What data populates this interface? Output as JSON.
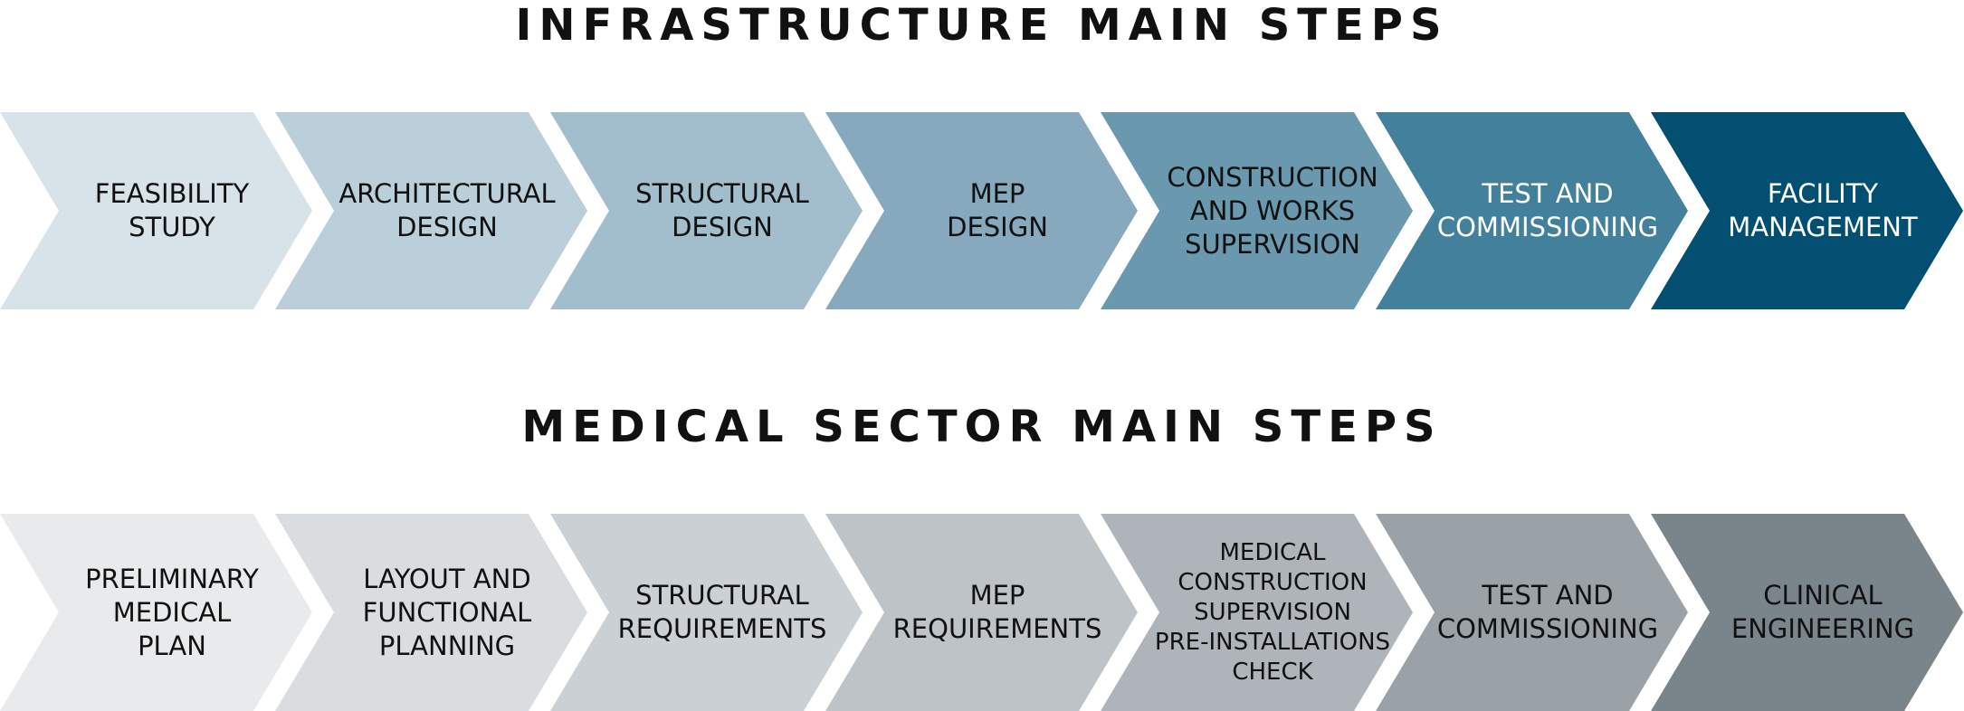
{
  "sections": [
    {
      "title": "INFRASTRUCTURE MAIN STEPS",
      "steps": [
        {
          "label": "FEASIBILITY\nSTUDY",
          "color": "#d8e2e9",
          "text_color": "#111111"
        },
        {
          "label": "ARCHITECTURAL\nDESIGN",
          "color": "#bbcfda",
          "text_color": "#111111"
        },
        {
          "label": "STRUCTURAL\nDESIGN",
          "color": "#a2bdcc",
          "text_color": "#111111"
        },
        {
          "label": "MEP\nDESIGN",
          "color": "#86a9bd",
          "text_color": "#111111"
        },
        {
          "label": "CONSTRUCTION\nAND WORKS\nSUPERVISION",
          "color": "#6a98af",
          "text_color": "#111111"
        },
        {
          "label": "TEST AND\nCOMMISSIONING",
          "color": "#43809b",
          "text_color": "#ffffff"
        },
        {
          "label": "FACILITY\nMANAGEMENT",
          "color": "#024f72",
          "text_color": "#ffffff"
        }
      ]
    },
    {
      "title": "MEDICAL SECTOR MAIN STEPS",
      "steps": [
        {
          "label": "PRELIMINARY\nMEDICAL\nPLAN",
          "color": "#e8eaec",
          "text_color": "#111111"
        },
        {
          "label": "LAYOUT AND\nFUNCTIONAL\nPLANNING",
          "color": "#d9dde0",
          "text_color": "#111111"
        },
        {
          "label": "STRUCTURAL\nREQUIREMENTS",
          "color": "#cbd0d4",
          "text_color": "#111111"
        },
        {
          "label": "MEP\nREQUIREMENTS",
          "color": "#bdc3c7",
          "text_color": "#111111"
        },
        {
          "label": "MEDICAL\nCONSTRUCTION\nSUPERVISION\nPRE-INSTALLATIONS\nCHECK",
          "color": "#aeb4b9",
          "text_color": "#111111"
        },
        {
          "label": "TEST AND\nCOMMISSIONING",
          "color": "#9aa2a8",
          "text_color": "#111111"
        },
        {
          "label": "CLINICAL\nENGINEERING",
          "color": "#7a848b",
          "text_color": "#111111"
        }
      ]
    }
  ]
}
